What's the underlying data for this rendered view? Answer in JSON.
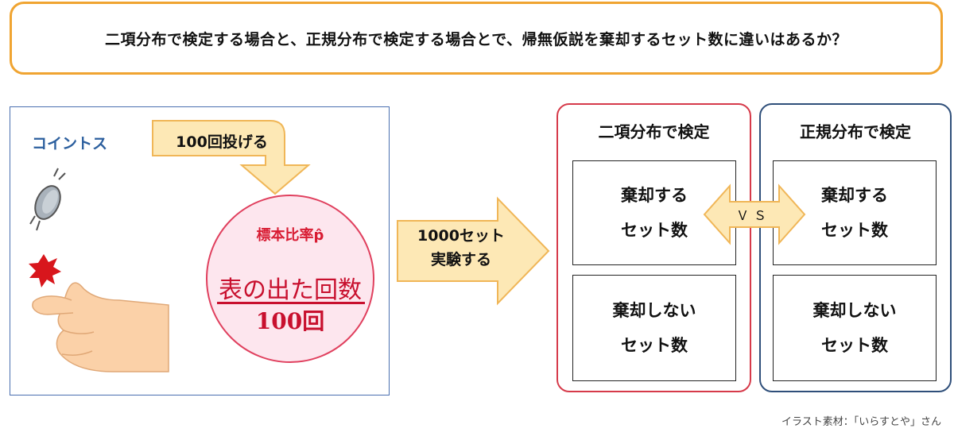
{
  "question": "二項分布で検定する場合と、正規分布で検定する場合とで、帰無仮説を棄却するセット数に違いはあるか？",
  "coin_panel": {
    "label": "コイントス",
    "throw_label": "100回投げる",
    "circle_title": "標本比率p̂",
    "fraction_numerator": "表の出た回数",
    "fraction_denominator": "100回"
  },
  "experiment_label_line1": "1000セット",
  "experiment_label_line2": "実験する",
  "binomial": {
    "title": "二項分布で検定",
    "reject_line1": "棄却する",
    "reject_line2": "セット数",
    "not_reject_line1": "棄却しない",
    "not_reject_line2": "セット数"
  },
  "normal": {
    "title": "正規分布で検定",
    "reject_line1": "棄却する",
    "reject_line2": "セット数",
    "not_reject_line1": "棄却しない",
    "not_reject_line2": "セット数"
  },
  "vs_label": "ＶＳ",
  "credit": "イラスト素材：「いらすとや」さん",
  "colors": {
    "question_border": "#f0a431",
    "arrow_fill": "#fde8b5",
    "arrow_stroke": "#f0b657",
    "binomial_border": "#d63a4a",
    "normal_border": "#2f4f7a",
    "circle_fill": "#fde6ee",
    "circle_text": "#c8102e",
    "coin_label": "#2c5f9e"
  }
}
